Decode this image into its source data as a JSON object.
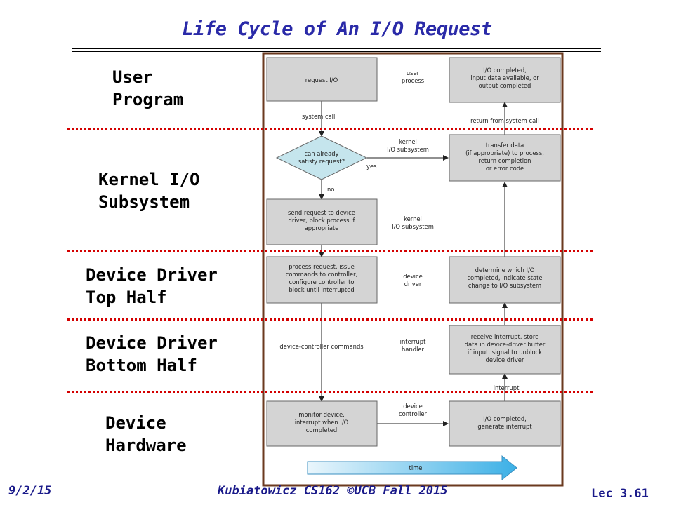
{
  "title": "Life Cycle of An I/O Request",
  "layers": [
    {
      "line1": "User",
      "line2": "Program"
    },
    {
      "line1": "Kernel I/O",
      "line2": "Subsystem"
    },
    {
      "line1": "Device Driver",
      "line2": "Top Half"
    },
    {
      "line1": "Device Driver",
      "line2": "Bottom Half"
    },
    {
      "line1": "Device",
      "line2": "Hardware"
    }
  ],
  "diagram": {
    "left_boxes": [
      {
        "lines": [
          "request I/O"
        ]
      },
      {
        "lines": [
          "send request to device",
          "driver, block process if",
          "appropriate"
        ]
      },
      {
        "lines": [
          "process request, issue",
          "commands to controller,",
          "configure controller to",
          "block until interrupted"
        ]
      },
      {
        "lines": [
          "monitor device,",
          "interrupt when I/O",
          "completed"
        ]
      }
    ],
    "decision": {
      "lines": [
        "can already",
        "satisfy request?"
      ]
    },
    "right_boxes": [
      {
        "lines": [
          "I/O completed,",
          "input data available, or",
          "output completed"
        ]
      },
      {
        "lines": [
          "transfer data",
          "(if appropriate) to process,",
          "return completion",
          "or error code"
        ]
      },
      {
        "lines": [
          "determine which I/O",
          "completed, indicate state",
          "change to I/O subsystem"
        ]
      },
      {
        "lines": [
          "receive interrupt, store",
          "data in device-driver buffer",
          "if input, signal to unblock",
          "device driver"
        ]
      },
      {
        "lines": [
          "I/O completed,",
          "generate interrupt"
        ]
      }
    ],
    "middle_labels": [
      {
        "lines": [
          "user",
          "process"
        ]
      },
      {
        "lines": [
          "kernel",
          "I/O subsystem"
        ]
      },
      {
        "lines": [
          "kernel",
          "I/O subsystem"
        ]
      },
      {
        "lines": [
          "device",
          "driver"
        ]
      },
      {
        "lines": [
          "interrupt",
          "handler"
        ]
      },
      {
        "lines": [
          "device",
          "controller"
        ]
      }
    ],
    "edge_labels": {
      "system_call": "system call",
      "yes": "yes",
      "no": "no",
      "return_from_system_call": "return from system call",
      "device_controller_commands": "device-controller commands",
      "interrupt": "interrupt"
    },
    "time_label": "time"
  },
  "footer": {
    "date": "9/2/15",
    "course": "Kubiatowicz CS162 ©UCB Fall 2015",
    "lecture": "Lec 3.61"
  }
}
